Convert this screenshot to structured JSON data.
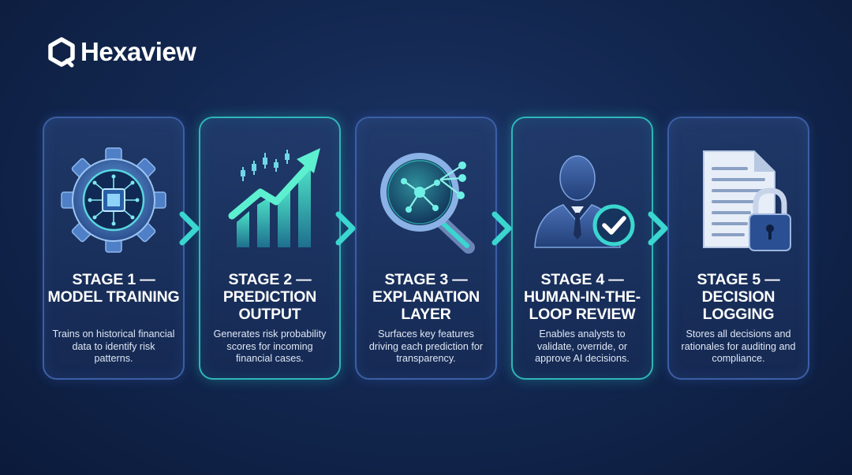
{
  "brand": {
    "name": "Hexaview",
    "logo_icon": "hexagon-ring-logo"
  },
  "colors": {
    "background": "#132851",
    "accent_teal": "#3ad6cf",
    "card_border_blue": "#3b5fa6",
    "card_border_teal": "#2fb6b8"
  },
  "stages": [
    {
      "title": "STAGE 1 — MODEL TRAINING",
      "description": "Trains on historical financial data to identify risk patterns.",
      "icon": "gear-chip-icon"
    },
    {
      "title": "STAGE 2 — PREDICTION OUTPUT",
      "description": "Generates risk probability scores for incoming financial cases.",
      "icon": "trend-chart-icon"
    },
    {
      "title": "STAGE 3 — EXPLANATION LAYER",
      "description": "Surfaces key features driving each prediction for transparency.",
      "icon": "magnifier-network-icon"
    },
    {
      "title": "STAGE 4 — HUMAN-IN-THE-LOOP REVIEW",
      "description": "Enables analysts to validate, override, or approve AI decisions.",
      "icon": "person-check-icon"
    },
    {
      "title": "STAGE 5 — DECISION LOGGING",
      "description": "Stores all decisions and rationales for auditing and compliance.",
      "icon": "document-lock-icon"
    }
  ],
  "connectors": [
    "chevron-right-icon",
    "chevron-right-icon",
    "chevron-right-icon",
    "chevron-right-icon"
  ]
}
